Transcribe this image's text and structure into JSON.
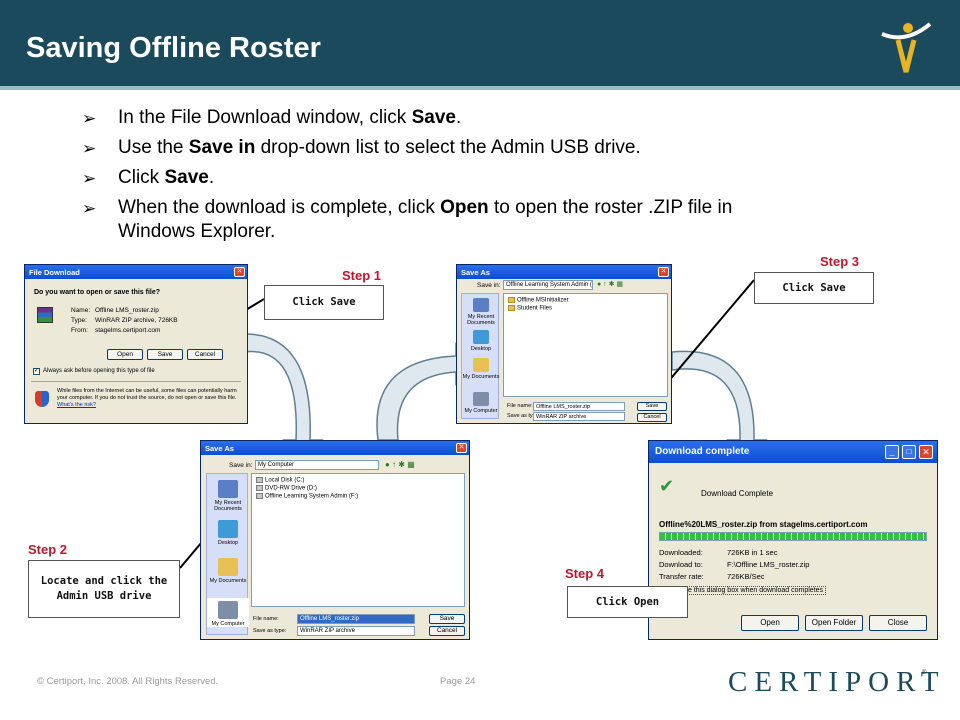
{
  "slide": {
    "title": "Saving Offline Roster"
  },
  "bullets": [
    {
      "pre": "In the File Download window, click ",
      "bold": "Save",
      "post": "."
    },
    {
      "pre": "Use the ",
      "bold": "Save in",
      "post": " drop-down list to select the Admin USB drive."
    },
    {
      "pre": "Click ",
      "bold": "Save",
      "post": "."
    },
    {
      "pre": "When the download is complete, click ",
      "bold": "Open",
      "post": " to open the roster .ZIP file in Windows Explorer."
    }
  ],
  "steps": {
    "step1": {
      "label": "Step 1",
      "callout": "Click Save"
    },
    "step2": {
      "label": "Step 2",
      "callout": "Locate and click the Admin USB drive"
    },
    "step3": {
      "label": "Step 3",
      "callout": "Click Save"
    },
    "step4": {
      "label": "Step 4",
      "callout": "Click Open"
    }
  },
  "file_download": {
    "title": "File Download",
    "question": "Do you want to open or save this file?",
    "name_label": "Name:",
    "name_value": "Offline LMS_roster.zip",
    "type_label": "Type:",
    "type_value": "WinRAR ZIP archive, 726KB",
    "from_label": "From:",
    "from_value": "stagelms.certiport.com",
    "open_btn": "Open",
    "save_btn": "Save",
    "cancel_btn": "Cancel",
    "checkbox_label": "Always ask before opening this type of file",
    "warning": "While files from the Internet can be useful, some files can potentially harm your computer. If you do not trust the source, do not open or save this file.",
    "risk_link": "What's the risk?"
  },
  "save_as_1": {
    "title": "Save As",
    "save_in_label": "Save in:",
    "save_in_value": "Offline Learning System Admin (F:)",
    "files": [
      "Offline.MSInitializer",
      "Student Files"
    ],
    "nav": [
      "My Recent Documents",
      "Desktop",
      "My Documents",
      "My Computer"
    ],
    "filename_label": "File name:",
    "filename_value": "Offline LMS_roster.zip",
    "saveas_label": "Save as type:",
    "saveas_value": "WinRAR ZIP archive",
    "save_btn": "Save",
    "cancel_btn": "Cancel"
  },
  "save_as_2": {
    "title": "Save As",
    "save_in_label": "Save in:",
    "save_in_value": "My Computer",
    "files": [
      "Local Disk (C:)",
      "DVD-RW Drive (D:)",
      "Offline Learning System Admin (F:)"
    ],
    "nav": [
      "My Recent Documents",
      "Desktop",
      "My Documents",
      "My Computer"
    ],
    "filename_label": "File name:",
    "filename_value": "Offline LMS_roster.zip",
    "saveas_label": "Save as type:",
    "saveas_value": "WinRAR ZIP archive",
    "save_btn": "Save",
    "cancel_btn": "Cancel"
  },
  "download_complete": {
    "title": "Download complete",
    "heading": "Download Complete",
    "source": "Offline%20LMS_roster.zip from stagelms.certiport.com",
    "downloaded_label": "Downloaded:",
    "downloaded_value": "726KB in 1 sec",
    "download_to_label": "Download to:",
    "download_to_value": "F:\\Offline LMS_roster.zip",
    "rate_label": "Transfer rate:",
    "rate_value": "726KB/Sec",
    "close_label": "Close this dialog box when download completes",
    "open_btn": "Open",
    "open_folder_btn": "Open Folder",
    "close_btn": "Close",
    "progress": 1.0
  },
  "footer": {
    "copyright": "© Certiport, Inc. 2008. All Rights Reserved.",
    "page": "Page 24",
    "brand": "CERTIPORT",
    "brand_tm": "®"
  },
  "colors": {
    "header": "#1b4a5c",
    "step": "#c0152f",
    "arrow_fill": "#dfe8ee",
    "arrow_stroke": "#5f7f91"
  }
}
